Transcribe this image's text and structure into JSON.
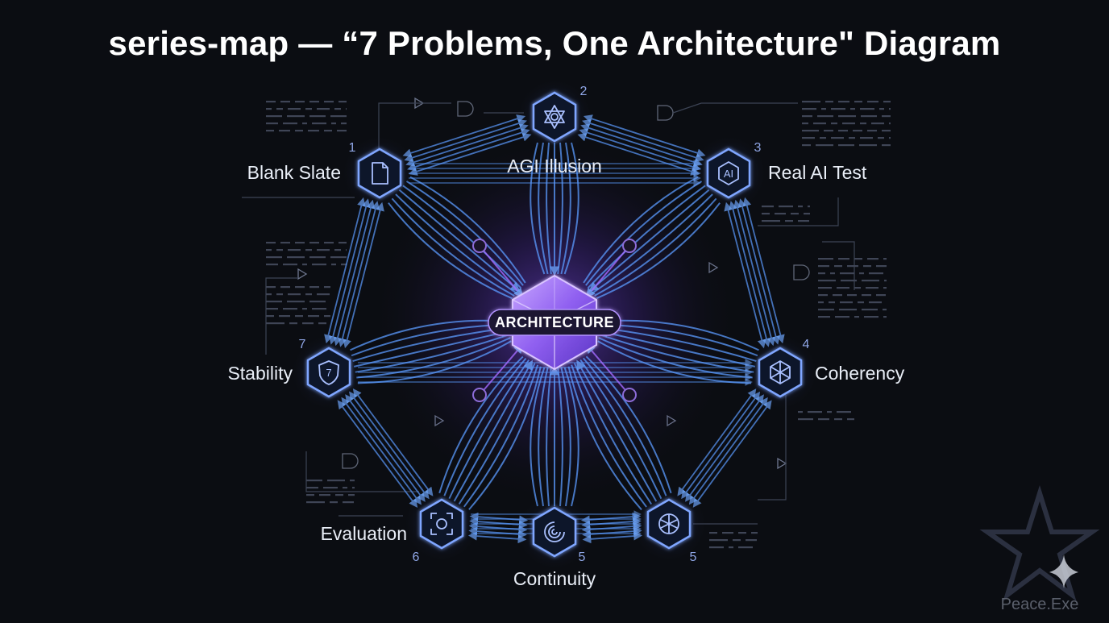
{
  "title": "series-map — “7 Problems, One Architecture\" Diagram",
  "center": {
    "label": "ARCHITECTURE"
  },
  "nodes": [
    {
      "id": "blank-slate",
      "number": "1",
      "label": "Blank Slate",
      "icon": "document-icon"
    },
    {
      "id": "agi-illusion",
      "number": "2",
      "label": "AGI Illusion",
      "icon": "hexagram-network-icon"
    },
    {
      "id": "real-ai-test",
      "number": "3",
      "label": "Real AI Test",
      "icon": "ai-chip-icon"
    },
    {
      "id": "coherency",
      "number": "4",
      "label": "Coherency",
      "icon": "network-mesh-icon"
    },
    {
      "id": "node-5-right",
      "number": "5",
      "label": "",
      "icon": "node-cluster-icon"
    },
    {
      "id": "continuity",
      "number": "5",
      "label": "Continuity",
      "icon": "spiral-vortex-icon"
    },
    {
      "id": "evaluation",
      "number": "6",
      "label": "Evaluation",
      "icon": "focus-target-icon"
    },
    {
      "id": "stability",
      "number": "7",
      "label": "Stability",
      "icon": "shield-7-icon"
    }
  ],
  "watermark": {
    "text": "Peace.Exe",
    "icon": "star-sparkle-icon"
  },
  "colors": {
    "background": "#0b0d12",
    "connector": "#5b9bff",
    "hexagon_stroke": "#7fa6ff",
    "core": "#9a6cf0",
    "core_glow": "#6a3fd6"
  }
}
